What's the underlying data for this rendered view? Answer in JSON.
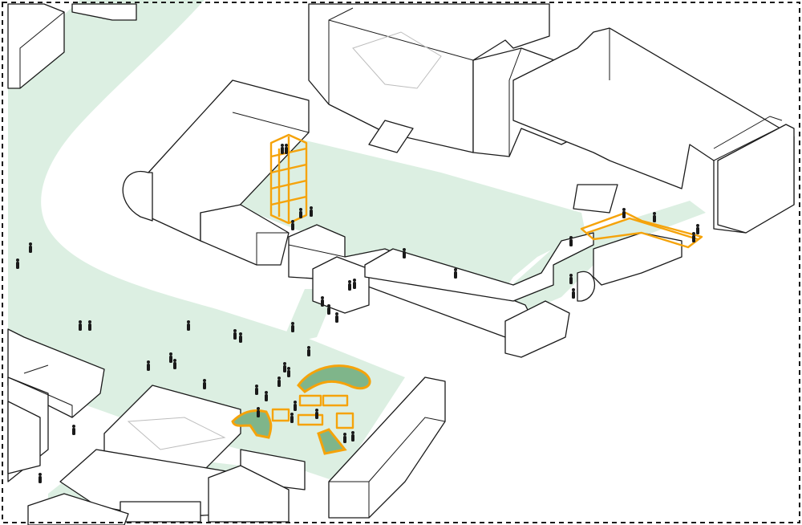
{
  "colors": {
    "pedestrian_path": "#dcefe2",
    "planted_bed": "#7fb58a",
    "intervention": "#f5a30a",
    "building_line": "#1a1a1a",
    "frame": "#1a1a1a"
  },
  "interventions": [
    {
      "name": "stair-tower"
    },
    {
      "name": "elevated-walkway"
    },
    {
      "name": "seating-planter-north"
    },
    {
      "name": "seating-planter-south"
    },
    {
      "name": "planter-triangle"
    },
    {
      "name": "picnic-tables"
    }
  ]
}
